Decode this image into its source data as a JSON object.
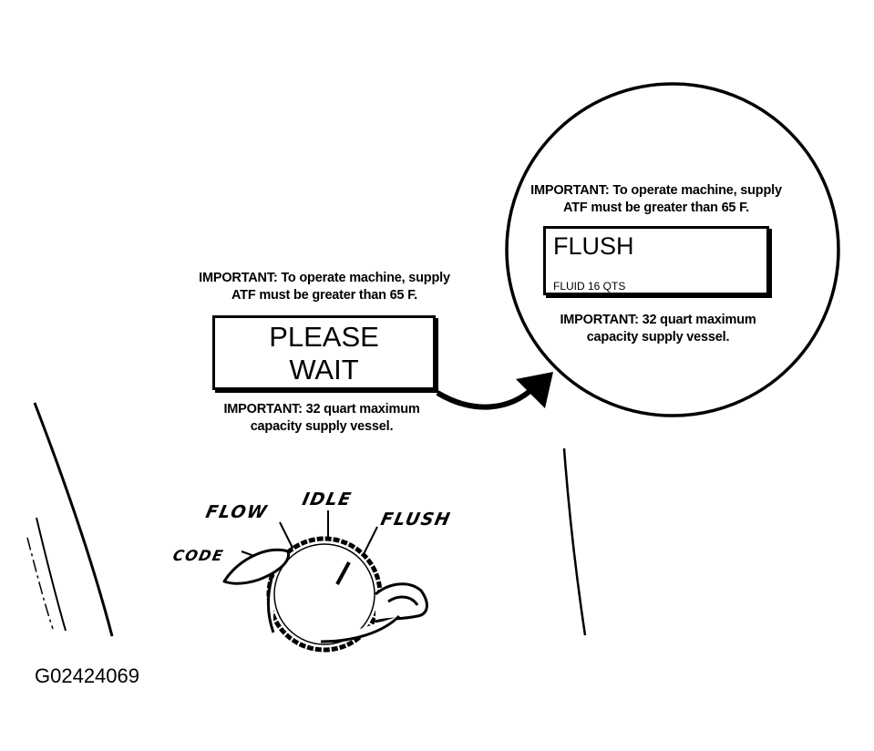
{
  "main_display": {
    "note_top_line1": "IMPORTANT: To operate machine, supply",
    "note_top_line2": "ATF must be greater than 65 F.",
    "screen_line1": "PLEASE",
    "screen_line2": "WAIT",
    "note_bottom_line1": "IMPORTANT: 32 quart maximum",
    "note_bottom_line2": "capacity supply vessel."
  },
  "zoom_display": {
    "note_top_line1": "IMPORTANT: To operate machine, supply",
    "note_top_line2": "ATF must be greater than 65 F.",
    "screen_title": "FLUSH",
    "screen_sub": "FLUID 16 QTS",
    "note_bottom_line1": "IMPORTANT: 32 quart maximum",
    "note_bottom_line2": "capacity supply vessel."
  },
  "knob": {
    "labels": [
      "CODE",
      "FLOW",
      "IDLE",
      "FLUSH"
    ]
  },
  "figure_code": "G02424069"
}
